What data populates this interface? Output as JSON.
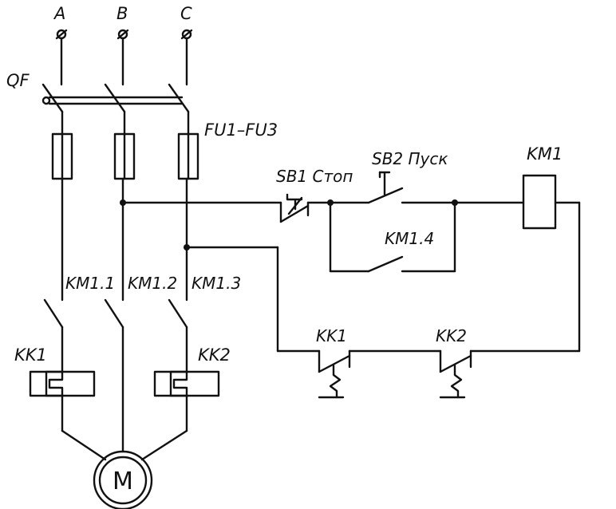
{
  "phases": {
    "a": "A",
    "b": "B",
    "c": "C"
  },
  "labels": {
    "breaker": "QF",
    "fuses": "FU1–FU3",
    "stop_button": "SB1 Стоп",
    "start_button": "SB2 Пуск",
    "coil": "KM1",
    "hold_contact": "KM1.4",
    "main_contact_1": "KM1.1",
    "main_contact_2": "KM1.2",
    "main_contact_3": "KM1.3",
    "thermal_relay_1": "KK1",
    "thermal_relay_2": "KK2",
    "thermal_contact_1": "KK1",
    "thermal_contact_2": "KK2",
    "motor": "M"
  },
  "colors": {
    "line": "#111111",
    "background": "#ffffff"
  }
}
